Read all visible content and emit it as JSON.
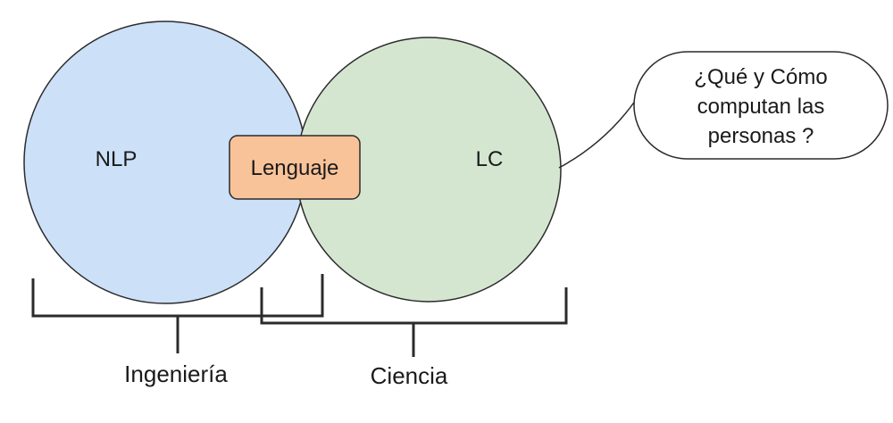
{
  "circles": {
    "left": {
      "label": "NLP",
      "fill": "#cce0f8",
      "stroke": "#2b2b2b"
    },
    "right": {
      "label": "LC",
      "fill": "#d4e6d0",
      "stroke": "#2b2b2b"
    }
  },
  "overlap_box": {
    "label": "Lenguaje",
    "fill": "#f9c39a",
    "stroke": "#2b2b2b"
  },
  "speech_bubble": {
    "lines": [
      "¿Qué y Cómo",
      "computan las",
      "personas ?"
    ],
    "fill": "#ffffff",
    "stroke": "#2b2b2b"
  },
  "brackets": {
    "left": {
      "label": "Ingeniería"
    },
    "right": {
      "label": "Ciencia"
    }
  }
}
